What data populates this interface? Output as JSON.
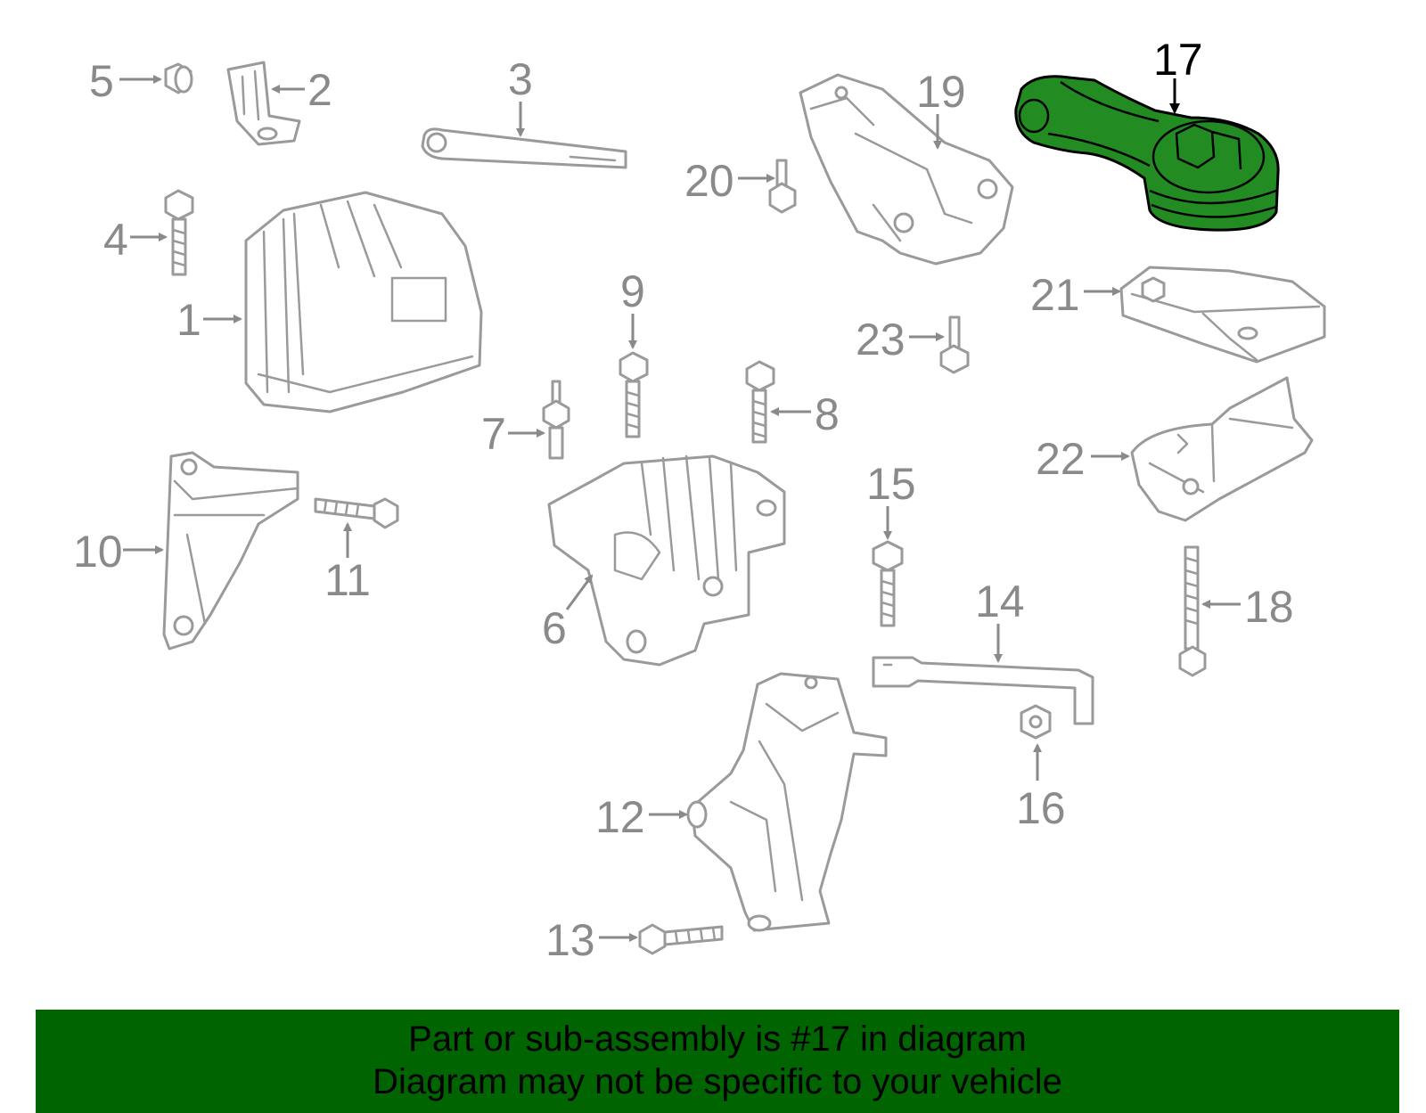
{
  "callouts": {
    "c1": "1",
    "c2": "2",
    "c3": "3",
    "c4": "4",
    "c5": "5",
    "c6": "6",
    "c7": "7",
    "c8": "8",
    "c9": "9",
    "c10": "10",
    "c11": "11",
    "c12": "12",
    "c13": "13",
    "c14": "14",
    "c15": "15",
    "c16": "16",
    "c17": "17",
    "c18": "18",
    "c19": "19",
    "c20": "20",
    "c21": "21",
    "c22": "22",
    "c23": "23"
  },
  "highlighted_part": "17",
  "colors": {
    "highlight_fill": "#228b22",
    "banner_background": "#006400",
    "part_outline": "#9a9a9a",
    "callout_text": "#8a8a8a"
  },
  "banner": {
    "line1": "Part or sub-assembly is #17 in diagram",
    "line2": "Diagram may not be specific to your vehicle"
  }
}
